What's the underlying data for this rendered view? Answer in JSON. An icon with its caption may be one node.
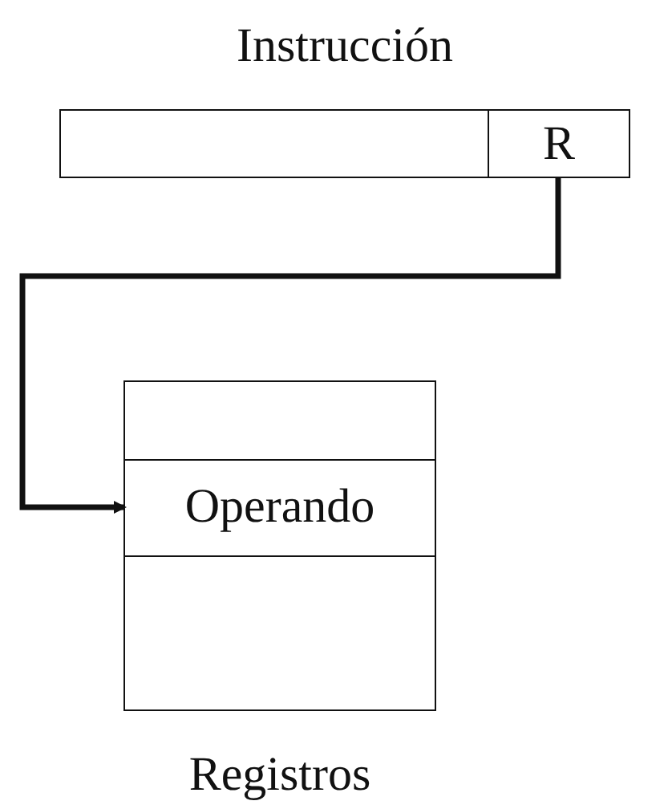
{
  "diagram": {
    "nodes": [
      {
        "text": [
          "Instrucción"
        ]
      },
      {
        "text": [
          "R"
        ],
        "in": 0
      },
      {
        "text": [
          "Registros"
        ]
      },
      {
        "text": [
          "Operando"
        ],
        "in": 2
      }
    ],
    "edges": [
      {
        "from": 1,
        "to": 3,
        "arrow": "to"
      }
    ]
  }
}
